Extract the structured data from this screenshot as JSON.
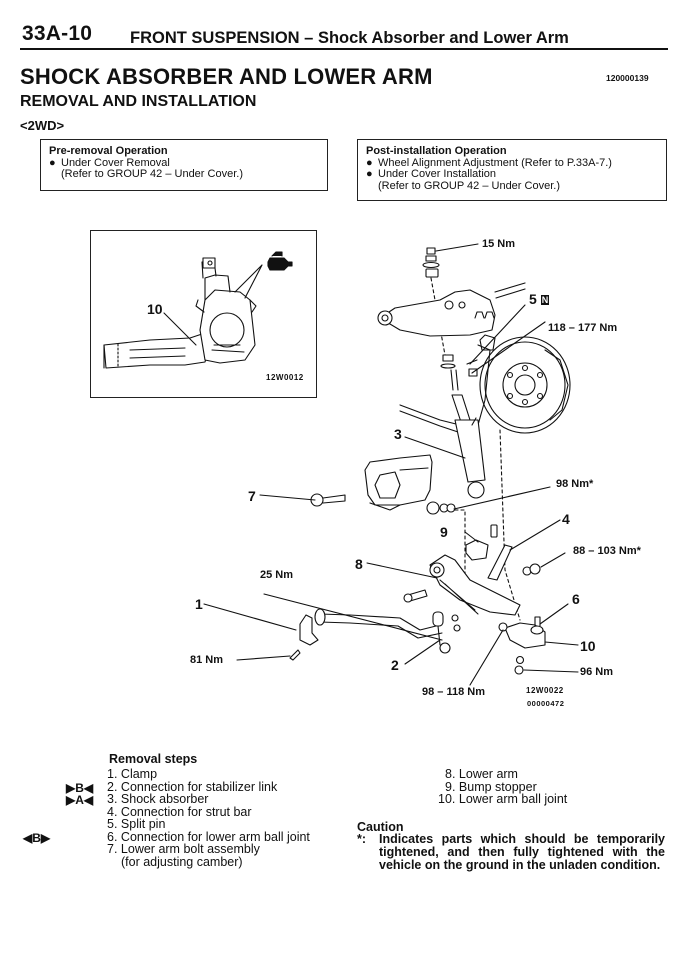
{
  "header": {
    "page_code": "33A-10",
    "section_title": "FRONT SUSPENSION – Shock Absorber and Lower Arm"
  },
  "title": "SHOCK ABSORBER AND LOWER ARM",
  "doc_id": "120000139",
  "subtitle": "REMOVAL AND INSTALLATION",
  "variant": "<2WD>",
  "pre_removal": {
    "heading": "Pre-removal Operation",
    "items": [
      {
        "bullet": "●",
        "text": "Under Cover Removal",
        "note": "(Refer to GROUP 42 – Under Cover.)"
      }
    ]
  },
  "post_installation": {
    "heading": "Post-installation Operation",
    "items": [
      {
        "bullet": "●",
        "text": "Wheel Alignment Adjustment (Refer to P.33A-7.)"
      },
      {
        "bullet": "●",
        "text": "Under Cover Installation",
        "note": "(Refer to GROUP 42 – Under Cover.)"
      }
    ]
  },
  "inset_figure": {
    "callout": "10",
    "figure_code": "12W0012",
    "icon": "grease-gun-icon"
  },
  "main_figure": {
    "figure_code": "12W0022",
    "figure_id": "00000472",
    "callouts": {
      "c1": "1",
      "c2": "2",
      "c3": "3",
      "c4": "4",
      "c5": "5",
      "c5_badge": "N",
      "c6": "6",
      "c7": "7",
      "c8": "8",
      "c9": "9",
      "c10": "10"
    },
    "torques": {
      "t15": "15 Nm",
      "t118_177": "118 – 177 Nm",
      "t98": "98 Nm*",
      "t88_103": "88 – 103 Nm*",
      "t25": "25 Nm",
      "t81": "81 Nm",
      "t96": "96 Nm",
      "t98_118": "98 – 118 Nm"
    }
  },
  "removal_steps": {
    "heading": "Removal steps",
    "left": [
      {
        "n": "1.",
        "text": "Clamp",
        "marker": ""
      },
      {
        "n": "2.",
        "text": "Connection for stabilizer link",
        "marker": "▶B◀"
      },
      {
        "n": "3.",
        "text": "Shock absorber",
        "marker": "▶A◀"
      },
      {
        "n": "4.",
        "text": "Connection for strut bar",
        "marker": ""
      },
      {
        "n": "5.",
        "text": "Split pin",
        "marker": ""
      },
      {
        "n": "6.",
        "text": "Connection for lower arm ball joint",
        "marker": "◀B▶"
      },
      {
        "n": "7.",
        "text": "Lower arm bolt assembly",
        "marker": ""
      },
      {
        "n": "",
        "text": "(for adjusting camber)",
        "marker": ""
      }
    ],
    "right": [
      {
        "n": "8.",
        "text": "Lower arm"
      },
      {
        "n": "9.",
        "text": "Bump stopper"
      },
      {
        "n": "10.",
        "text": "Lower arm ball joint"
      }
    ]
  },
  "caution": {
    "heading": "Caution",
    "symbol": "*:",
    "text": "Indicates parts which should be temporarily tightened, and then fully tightened with the vehicle on the ground in the unladen condition."
  }
}
